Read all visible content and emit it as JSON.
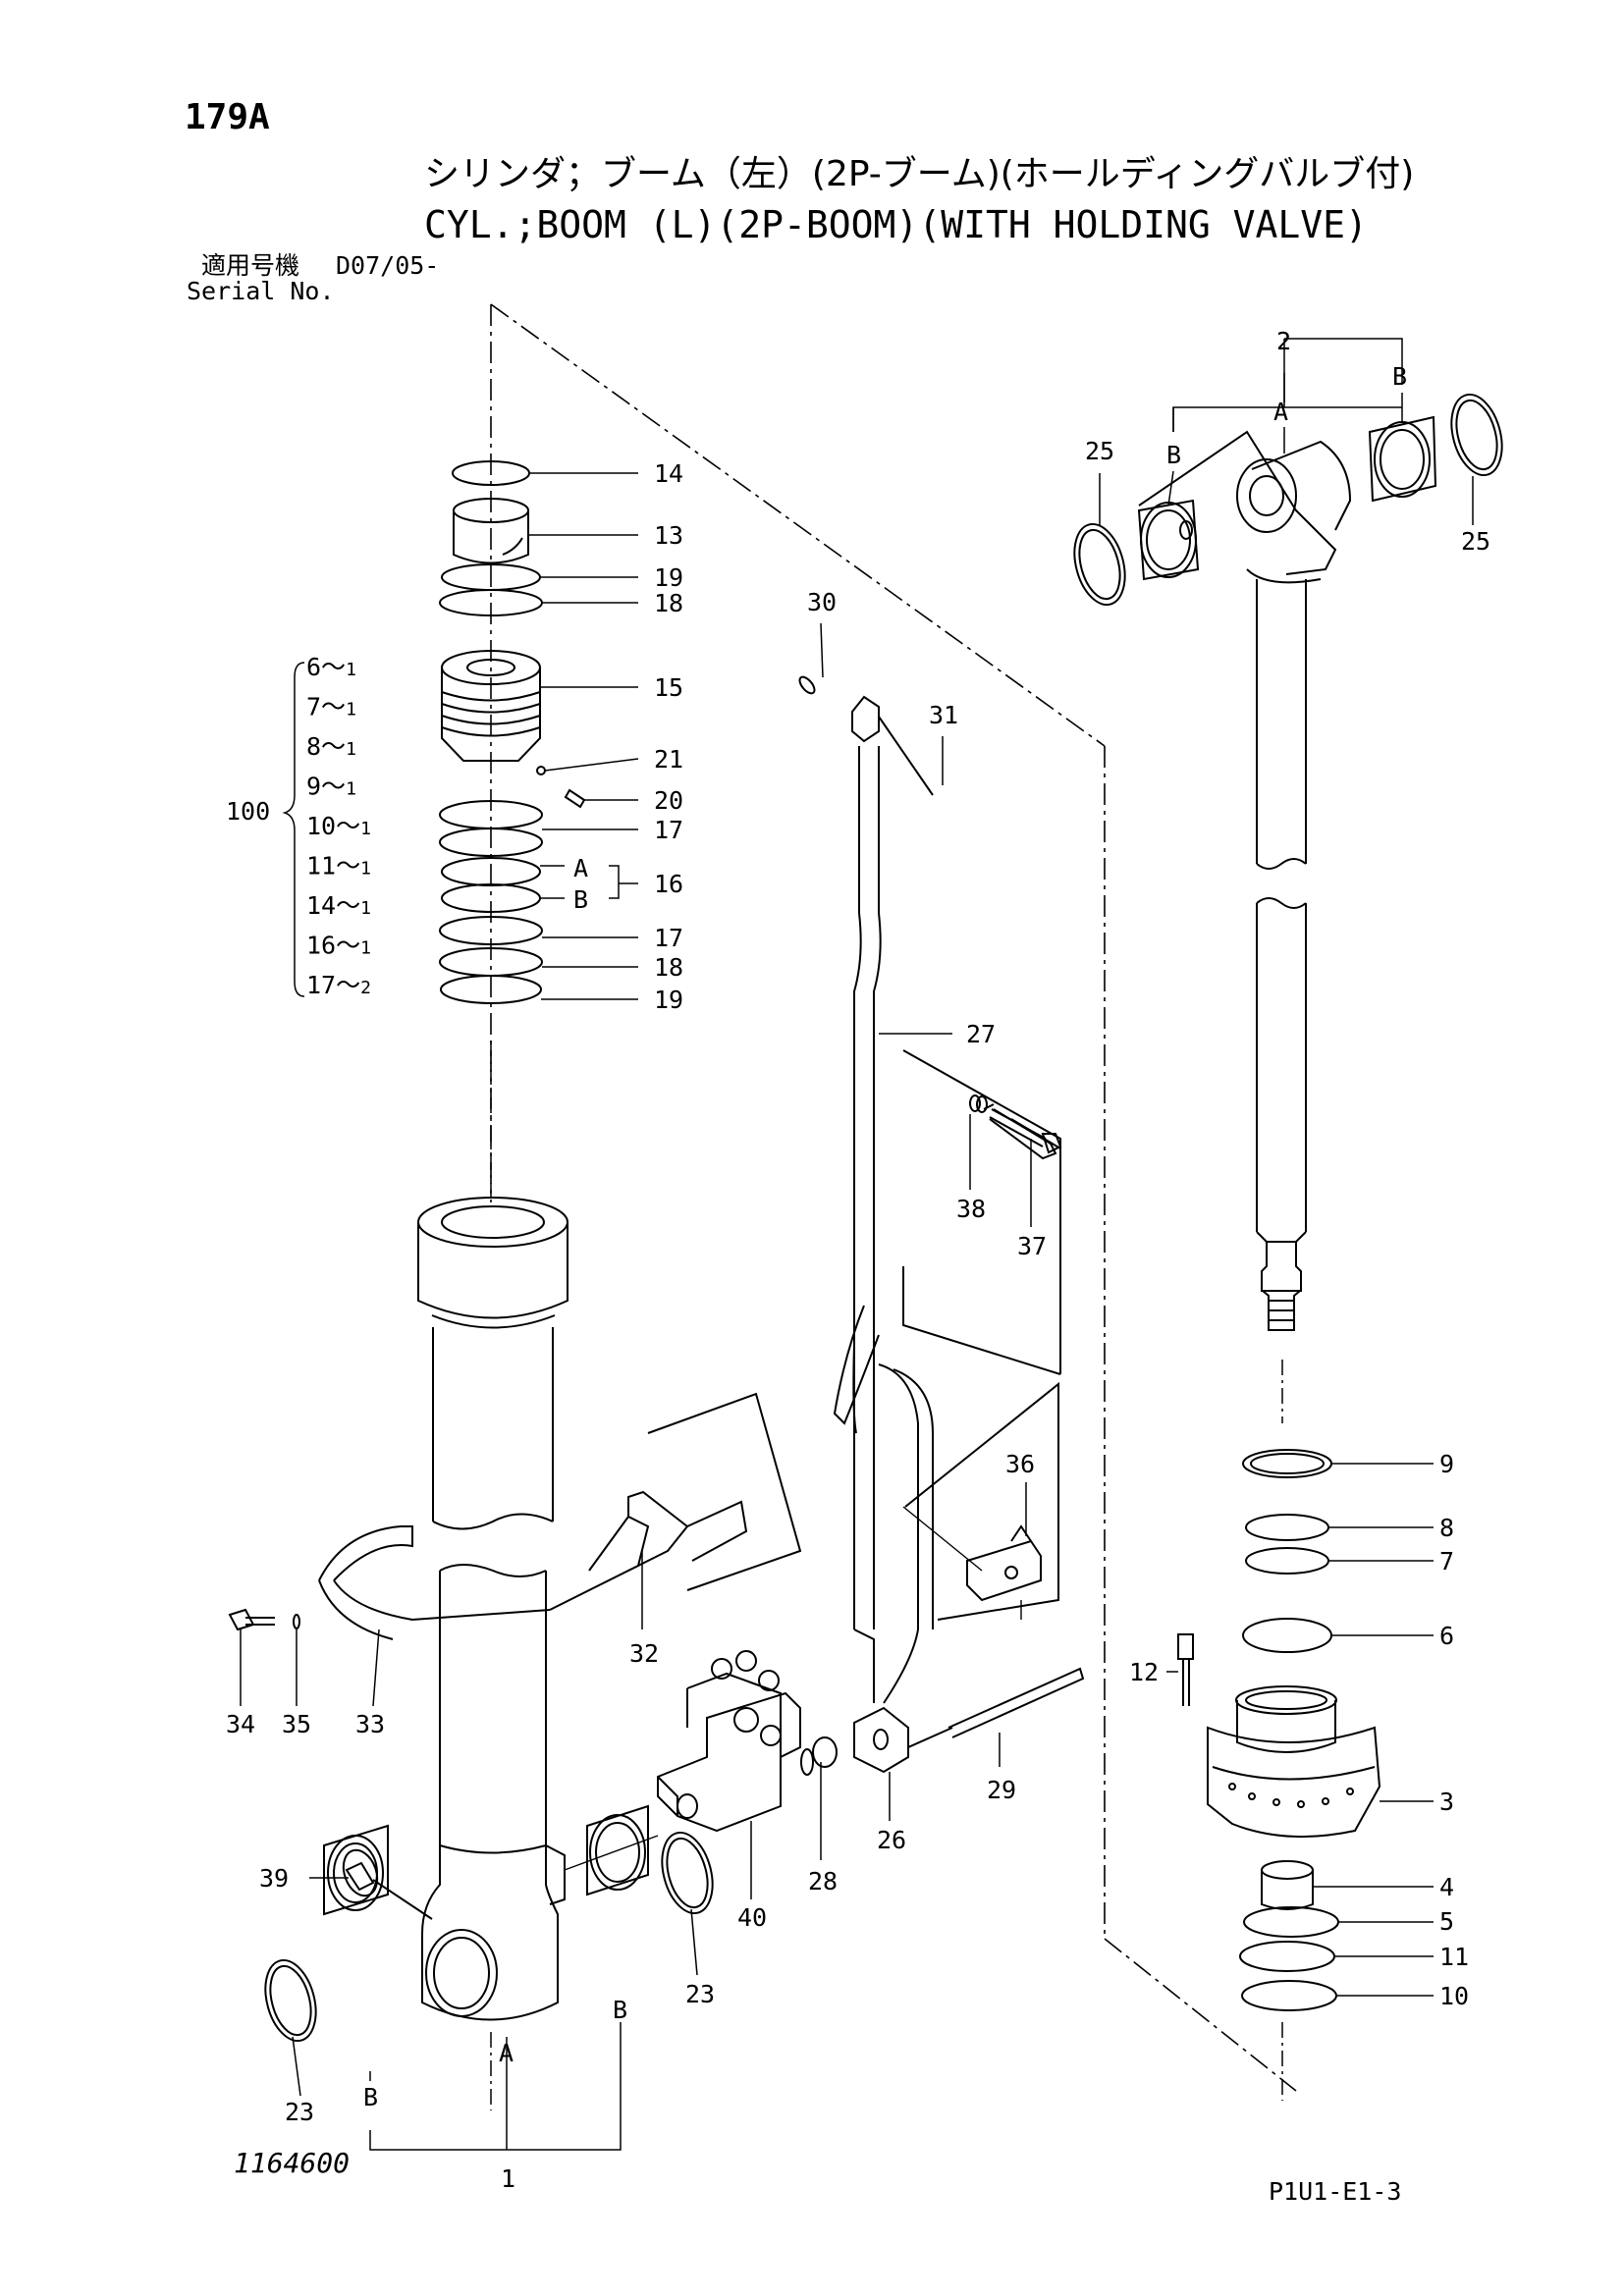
{
  "header": {
    "page_number": "179A",
    "title_jp": "シリンダ；ブーム（左）(2P-ブーム)(ホールディングバルブ付)",
    "title_en": "CYL.;BOOM (L)(2P-BOOM)(WITH HOLDING VALVE)",
    "serial_label_jp": "適用号機",
    "serial_code": "D07/05-",
    "serial_label_en": "Serial No."
  },
  "footer": {
    "drawing_number": "1164600",
    "page_code": "P1U1-E1-3"
  },
  "callouts": {
    "c1": "1",
    "c2": "2",
    "c3": "3",
    "c4": "4",
    "c5": "5",
    "c6": "6",
    "c7": "7",
    "c8": "8",
    "c9": "9",
    "c10": "10",
    "c11": "11",
    "c12": "12",
    "c13": "13",
    "c14": "14",
    "c15": "15",
    "c16": "16",
    "c17a": "17",
    "c17b": "17",
    "c18a": "18",
    "c18b": "18",
    "c19a": "19",
    "c19b": "19",
    "c20": "20",
    "c21": "21",
    "c23a": "23",
    "c23b": "23",
    "c25a": "25",
    "c25b": "25",
    "c26": "26",
    "c27": "27",
    "c28": "28",
    "c29": "29",
    "c30": "30",
    "c31": "31",
    "c32": "32",
    "c33": "33",
    "c34": "34",
    "c35": "35",
    "c36": "36",
    "c37": "37",
    "c38": "38",
    "c39": "39",
    "c40": "40",
    "c100": "100"
  },
  "letters": {
    "a_rod": "A",
    "b_rod_left": "B",
    "b_rod_right": "B",
    "a_tube": "A",
    "b_tube_left": "B",
    "b_tube_right": "B",
    "a_seal": "A",
    "b_seal": "B"
  },
  "kit_list": [
    {
      "part": "6",
      "qty": "1"
    },
    {
      "part": "7",
      "qty": "1"
    },
    {
      "part": "8",
      "qty": "1"
    },
    {
      "part": "9",
      "qty": "1"
    },
    {
      "part": "10",
      "qty": "1"
    },
    {
      "part": "11",
      "qty": "1"
    },
    {
      "part": "14",
      "qty": "1"
    },
    {
      "part": "16",
      "qty": "1"
    },
    {
      "part": "17",
      "qty": "2"
    }
  ],
  "kit_separator": "～"
}
